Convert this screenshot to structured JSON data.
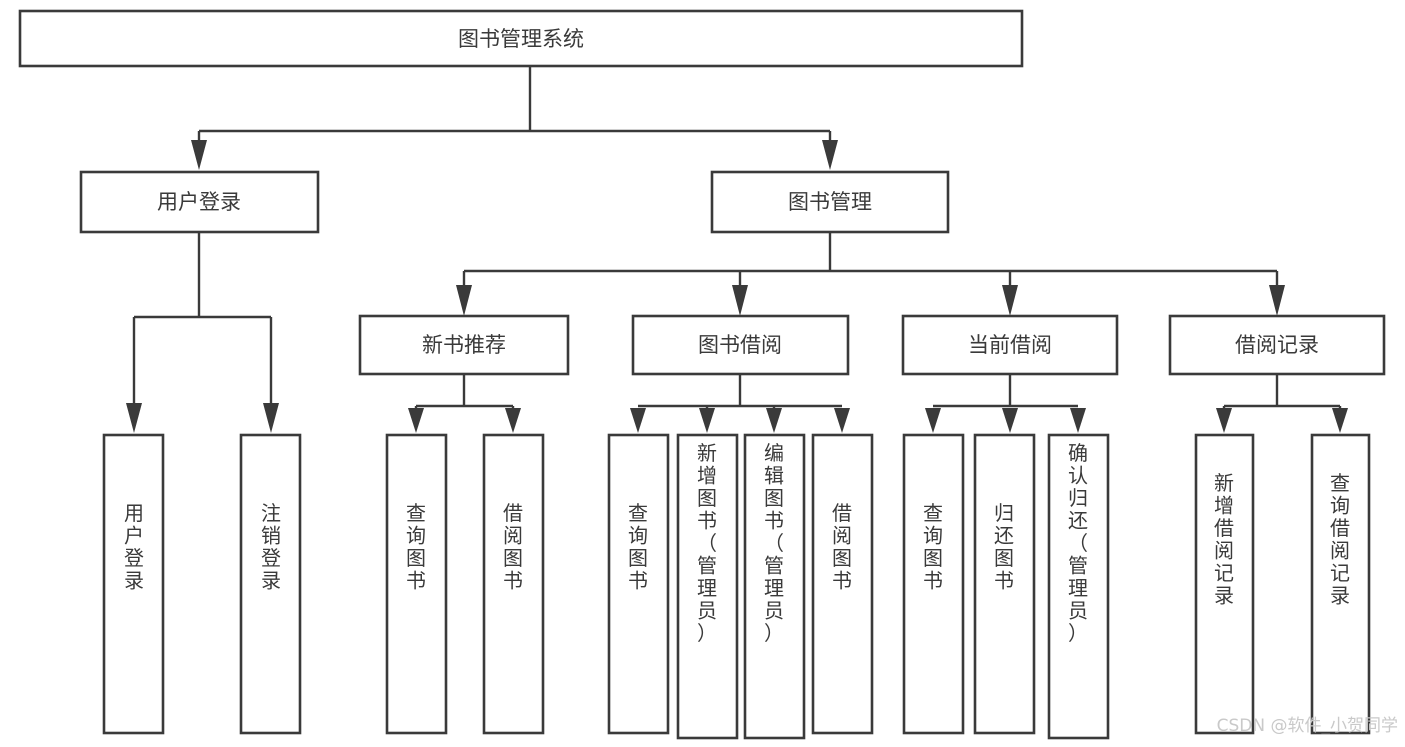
{
  "diagram": {
    "type": "tree-hierarchy",
    "title": "图书管理系统",
    "orientation": "top-down",
    "colors": {
      "background": "#ffffff",
      "stroke": "#3a3a3a",
      "node_fill": "#ffffff",
      "text": "#3a3a3a",
      "watermark": "#c9c9c9"
    },
    "levels": [
      {
        "level": 0,
        "nodes": [
          {
            "id": "root",
            "label": "图书管理系统",
            "orientation": "horizontal"
          }
        ]
      },
      {
        "level": 1,
        "nodes": [
          {
            "id": "user-login",
            "label": "用户登录",
            "orientation": "horizontal",
            "parent": "root"
          },
          {
            "id": "book-admin",
            "label": "图书管理",
            "orientation": "horizontal",
            "parent": "root"
          }
        ]
      },
      {
        "level": 2,
        "nodes": [
          {
            "id": "new-book-rec",
            "label": "新书推荐",
            "orientation": "horizontal",
            "parent": "book-admin"
          },
          {
            "id": "book-borrow",
            "label": "图书借阅",
            "orientation": "horizontal",
            "parent": "book-admin"
          },
          {
            "id": "current-borrow",
            "label": "当前借阅",
            "orientation": "horizontal",
            "parent": "book-admin"
          },
          {
            "id": "borrow-record",
            "label": "借阅记录",
            "orientation": "horizontal",
            "parent": "book-admin"
          }
        ]
      },
      {
        "level": 3,
        "nodes": [
          {
            "id": "leaf-user-login",
            "label": "用户登录",
            "orientation": "vertical",
            "parent": "user-login"
          },
          {
            "id": "leaf-user-logout",
            "label": "注销登录",
            "orientation": "vertical",
            "parent": "user-login"
          },
          {
            "id": "leaf-rec-query",
            "label": "查询图书",
            "orientation": "vertical",
            "parent": "new-book-rec"
          },
          {
            "id": "leaf-rec-borrow",
            "label": "借阅图书",
            "orientation": "vertical",
            "parent": "new-book-rec"
          },
          {
            "id": "leaf-borrow-query",
            "label": "查询图书",
            "orientation": "vertical",
            "parent": "book-borrow"
          },
          {
            "id": "leaf-borrow-add",
            "label": "新增图书（管理员）",
            "orientation": "vertical",
            "parent": "book-borrow"
          },
          {
            "id": "leaf-borrow-edit",
            "label": "编辑图书（管理员）",
            "orientation": "vertical",
            "parent": "book-borrow"
          },
          {
            "id": "leaf-borrow-do",
            "label": "借阅图书",
            "orientation": "vertical",
            "parent": "book-borrow"
          },
          {
            "id": "leaf-cur-query",
            "label": "查询图书",
            "orientation": "vertical",
            "parent": "current-borrow"
          },
          {
            "id": "leaf-cur-return",
            "label": "归还图书",
            "orientation": "vertical",
            "parent": "current-borrow"
          },
          {
            "id": "leaf-cur-confirm",
            "label": "确认归还（管理员）",
            "orientation": "vertical",
            "parent": "current-borrow"
          },
          {
            "id": "leaf-rec-add",
            "label": "新增借阅记录",
            "orientation": "vertical",
            "parent": "borrow-record"
          },
          {
            "id": "leaf-rec-search",
            "label": "查询借阅记录",
            "orientation": "vertical",
            "parent": "borrow-record"
          }
        ]
      }
    ]
  },
  "watermark": {
    "text": "CSDN @软件_小贺同学"
  }
}
